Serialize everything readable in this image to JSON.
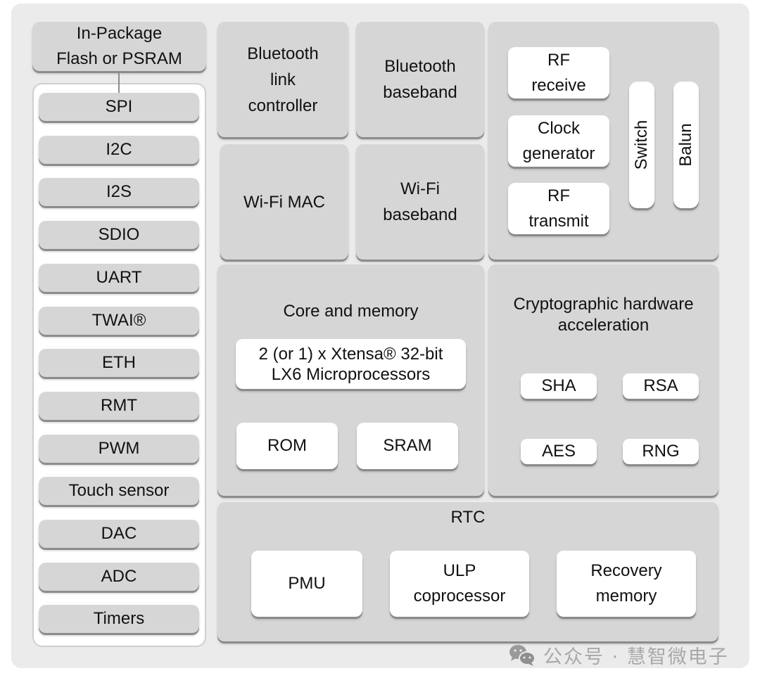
{
  "diagram": {
    "flash": {
      "label_line1": "In-Package",
      "label_line2": "Flash or PSRAM"
    },
    "peripherals": [
      {
        "label": "SPI"
      },
      {
        "label": "I2C"
      },
      {
        "label": "I2S"
      },
      {
        "label": "SDIO"
      },
      {
        "label": "UART"
      },
      {
        "label": "TWAI®"
      },
      {
        "label": "ETH"
      },
      {
        "label": "RMT"
      },
      {
        "label": "PWM"
      },
      {
        "label": "Touch sensor"
      },
      {
        "label": "DAC"
      },
      {
        "label": "ADC"
      },
      {
        "label": "Timers"
      }
    ],
    "radio": {
      "bt_link_controller": {
        "l1": "Bluetooth",
        "l2": "link",
        "l3": "controller"
      },
      "bt_baseband": {
        "l1": "Bluetooth",
        "l2": "baseband"
      },
      "wifi_mac": {
        "l1": "Wi-Fi MAC"
      },
      "wifi_baseband": {
        "l1": "Wi-Fi",
        "l2": "baseband"
      }
    },
    "rf": {
      "rf_receive": {
        "l1": "RF",
        "l2": "receive"
      },
      "clock_generator": {
        "l1": "Clock",
        "l2": "generator"
      },
      "rf_transmit": {
        "l1": "RF",
        "l2": "transmit"
      },
      "switch": "Switch",
      "balun": "Balun"
    },
    "core": {
      "title": "Core and memory",
      "cpu_l1": "2 (or 1) x Xtensa® 32-bit",
      "cpu_l2": "LX6 Microprocessors",
      "rom": "ROM",
      "sram": "SRAM"
    },
    "crypto": {
      "title_l1": "Cryptographic hardware",
      "title_l2": "acceleration",
      "sha": "SHA",
      "rsa": "RSA",
      "aes": "AES",
      "rng": "RNG"
    },
    "rtc": {
      "title": "RTC",
      "pmu": "PMU",
      "ulp_l1": "ULP",
      "ulp_l2": "coprocessor",
      "recovery_l1": "Recovery",
      "recovery_l2": "memory"
    }
  },
  "watermark": {
    "text": "公众号 · 慧智微电子",
    "icon": "wechat-icon"
  },
  "colors": {
    "outer_bg": "#ebebeb",
    "block_bg": "#d6d6d6",
    "inner_bg": "#ffffff",
    "shadow": "#8c8c8c",
    "watermark": "#a8a8a8"
  }
}
